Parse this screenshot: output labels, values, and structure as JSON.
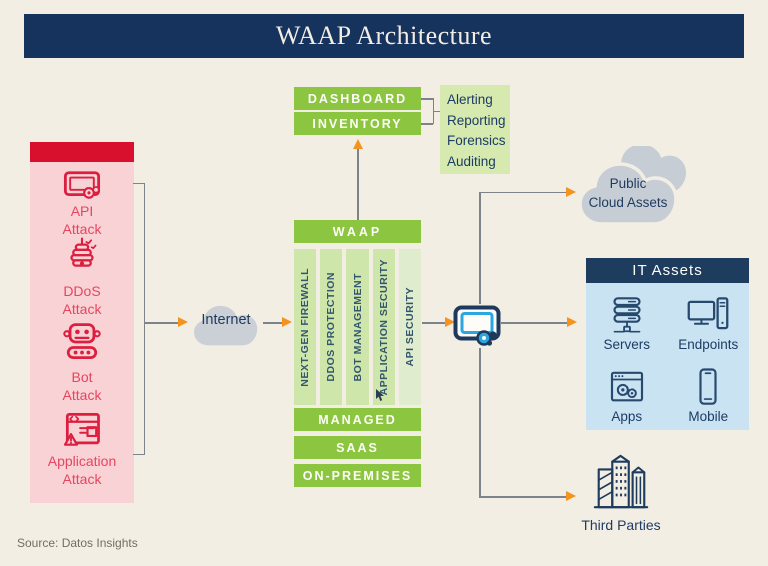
{
  "title": "WAAP Architecture",
  "source": "Source: Datos Insights",
  "colors": {
    "background": "#f3eee4",
    "navy": "#16335e",
    "green": "#8cc540",
    "column_green": "#cfe6ab",
    "annotation_green": "#d6eab0",
    "attack_red": "#d8102e",
    "attack_pink": "#f9d2d5",
    "orange_arrow": "#f6921e",
    "it_assets_blue": "#c9e3f3",
    "hub_accent_blue": "#2ca6e0",
    "cloud_gray": "#c6cdd5"
  },
  "attacks": {
    "items": [
      {
        "icon": "api-attack-icon",
        "line1": "API",
        "line2": "Attack"
      },
      {
        "icon": "ddos-attack-icon",
        "line1": "DDoS",
        "line2": "Attack"
      },
      {
        "icon": "bot-attack-icon",
        "line1": "Bot",
        "line2": "Attack"
      },
      {
        "icon": "application-attack-icon",
        "line1": "Application",
        "line2": "Attack"
      }
    ]
  },
  "internet": {
    "label": "Internet"
  },
  "management": {
    "dashboard": "DASHBOARD",
    "inventory": "INVENTORY",
    "capabilities": [
      "Alerting",
      "Reporting",
      "Forensics",
      "Auditing"
    ]
  },
  "waap": {
    "header": "WAAP",
    "modules": [
      "NEXT-GEN FIREWALL",
      "DDOS PROTECTION",
      "BOT MANAGEMENT",
      "APPLICATION SECURITY",
      "API SECURITY"
    ],
    "deployment": [
      "MANAGED",
      "SAAS",
      "ON-PREMISES"
    ]
  },
  "destinations": {
    "public_cloud": {
      "line1": "Public",
      "line2": "Cloud Assets"
    },
    "it_assets": {
      "header": "IT Assets",
      "items": [
        {
          "icon": "servers-icon",
          "label": "Servers"
        },
        {
          "icon": "endpoints-icon",
          "label": "Endpoints"
        },
        {
          "icon": "apps-icon",
          "label": "Apps"
        },
        {
          "icon": "mobile-icon",
          "label": "Mobile"
        }
      ]
    },
    "third_parties": {
      "label": "Third Parties"
    }
  }
}
